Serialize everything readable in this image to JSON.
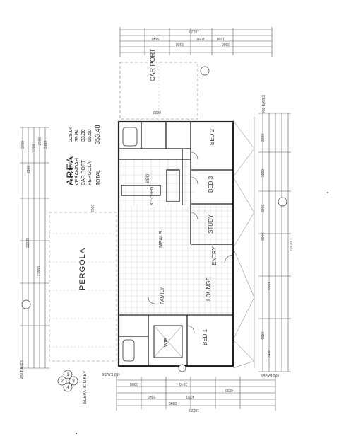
{
  "area": {
    "title": "AREA",
    "rows": [
      {
        "label": "RESIDENCE",
        "value": "225.04"
      },
      {
        "label": "VERANDAH",
        "value": "39.84"
      },
      {
        "label": "CAR PORT",
        "value": "33.30"
      },
      {
        "label": "PERGOLA",
        "value": "55.50"
      },
      {
        "label": "TOTAL",
        "value": "353.48"
      }
    ]
  },
  "rooms": {
    "carport": "CAR PORT",
    "bed2": "BED 2",
    "bed3": "BED 3",
    "study": "STUDY",
    "entry": "ENTRY",
    "lounge": "LOUNGE",
    "bed1": "BED 1",
    "wir": "WIR",
    "family": "FAMILY",
    "meals": "MEALS",
    "kitchen": "KITCHEN",
    "bed": "BED",
    "pergola": "PERGOLA"
  },
  "labels": {
    "elevation_key": "ELEVATION KEY",
    "eaves_top_left": "450 EAVES",
    "eaves_top_right": "450 EAVES",
    "eaves_bottom_left": "450 EAVES",
    "eaves_bottom_right": "450 EAVES",
    "pergola_dim_1": "6000",
    "pergola_dim_2": "13550",
    "carport_dim": "6000"
  },
  "dimensions": {
    "top_overall": "10220",
    "bottom_overall": "10220",
    "right_overall": "22020",
    "left_overall": "22020",
    "top_row": [
      "3340",
      "3300",
      "5160",
      "1150",
      "1550"
    ],
    "bottom_row": [
      "3300",
      "2940",
      "4280",
      "4230",
      "5340",
      "8340"
    ],
    "right_row": [
      "3200",
      "3200",
      "3200",
      "3000",
      "6560",
      "4000",
      "3400"
    ],
    "left_row": [
      "2700",
      "1700",
      "2300",
      "2700",
      "3100"
    ]
  }
}
